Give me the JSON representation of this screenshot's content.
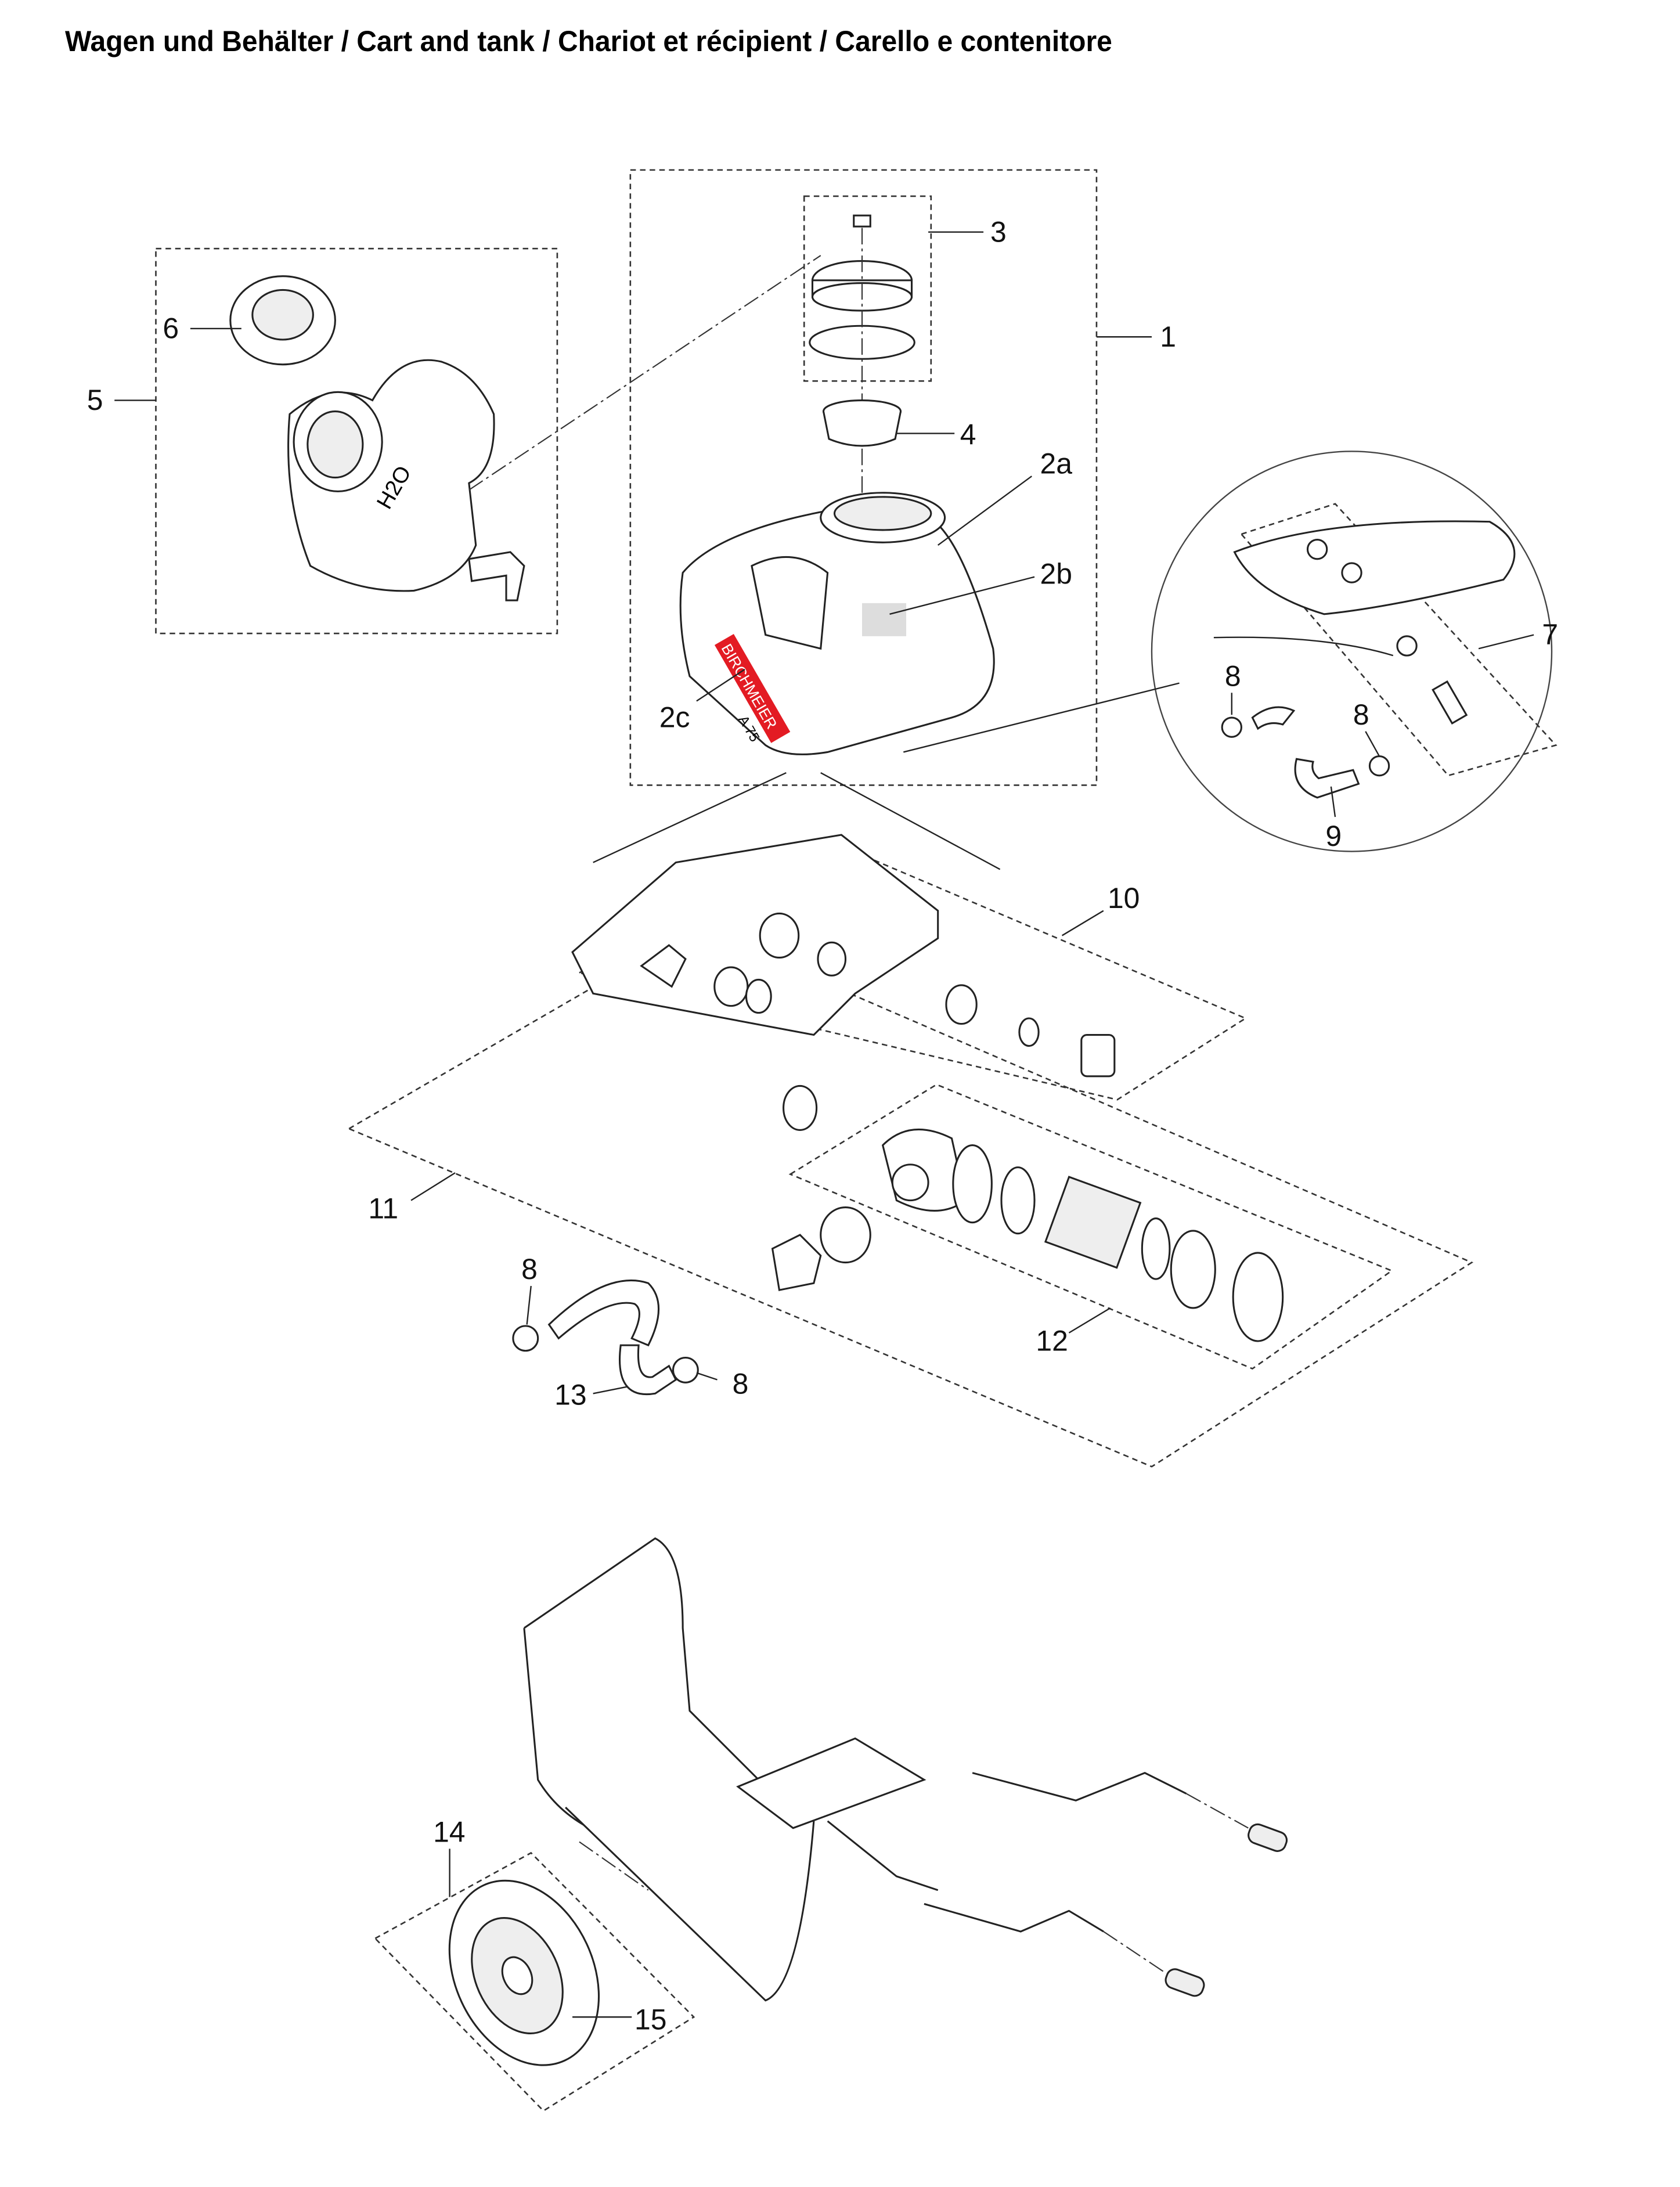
{
  "title": "Wagen und Behälter / Cart and tank / Chariot et récipient / Carello e contenitore",
  "callouts": {
    "c1": "1",
    "c2a": "2a",
    "c2b": "2b",
    "c2c": "2c",
    "c3": "3",
    "c4": "4",
    "c5": "5",
    "c6": "6",
    "c7": "7",
    "c8a": "8",
    "c8b": "8",
    "c8c": "8",
    "c8d": "8",
    "c9": "9",
    "c10": "10",
    "c11": "11",
    "c12": "12",
    "c13": "13",
    "c14": "14",
    "c15": "15"
  },
  "tank_decal": {
    "brand": "BIRCHMEIER",
    "model": "A 75",
    "color": "#e31b23"
  },
  "canister_marking": "H2O"
}
